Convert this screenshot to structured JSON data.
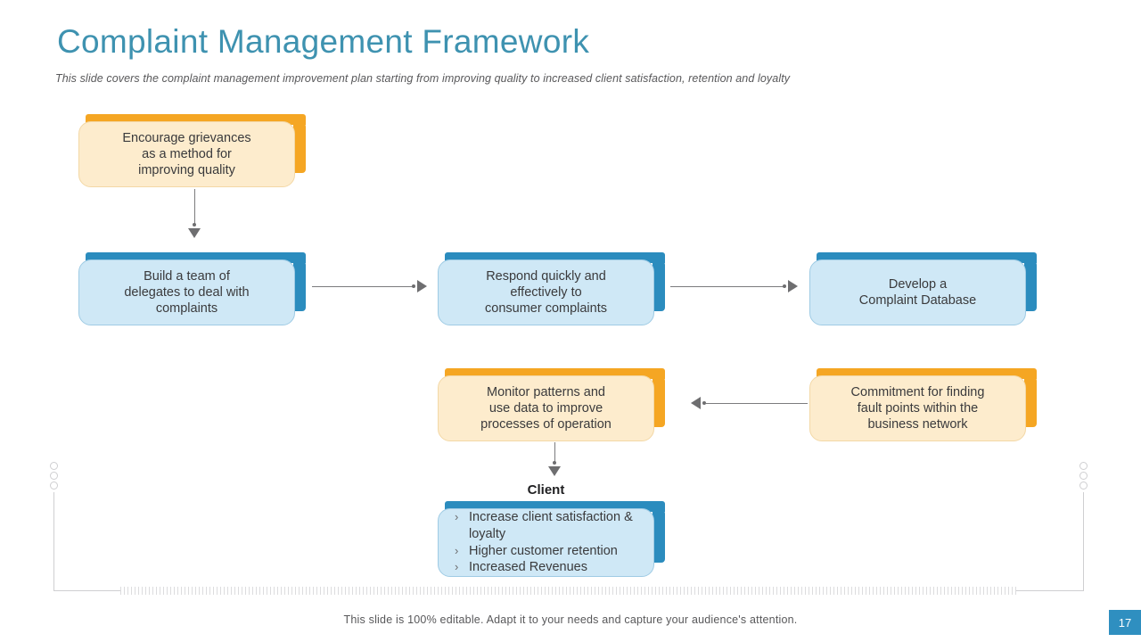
{
  "header": {
    "title": "Complaint Management Framework",
    "subtitle": "This slide covers the complaint management improvement plan starting from improving quality to increased client satisfaction, retention and loyalty",
    "title_color": "#3e92b0"
  },
  "theme": {
    "orange_accent": "#f5a623",
    "orange_fill": "#fdeccd",
    "blue_accent": "#2b8cbe",
    "blue_fill": "#cfe8f6",
    "connector": "#7b7b7d",
    "badge": "#2f8fc0"
  },
  "nodes": {
    "encourage": {
      "line1": "Encourage grievances",
      "line2": "as a method for",
      "line3": "improving quality",
      "color": "orange"
    },
    "build_team": {
      "line1": "Build a team of",
      "line2": "delegates to deal with",
      "line3": "complaints",
      "color": "blue"
    },
    "respond": {
      "line1": "Respond quickly and",
      "line2": "effectively to",
      "line3": "consumer complaints",
      "color": "blue"
    },
    "database": {
      "line1": "Develop a",
      "line2": "Complaint Database",
      "color": "blue"
    },
    "monitor": {
      "line1": "Monitor patterns and",
      "line2": "use data to improve",
      "line3": "processes of operation",
      "color": "orange"
    },
    "commitment": {
      "line1": "Commitment for finding",
      "line2": "fault points within the",
      "line3": "business network",
      "color": "orange"
    },
    "client_result": {
      "caption": "Client",
      "bullet_mark": "›",
      "bullets": [
        "Increase client satisfaction & loyalty",
        "Higher customer retention",
        "Increased Revenues"
      ],
      "color": "blue"
    }
  },
  "footer": {
    "note": "This slide is 100% editable. Adapt it to your needs and capture your audience's attention.",
    "page_number": "17"
  }
}
